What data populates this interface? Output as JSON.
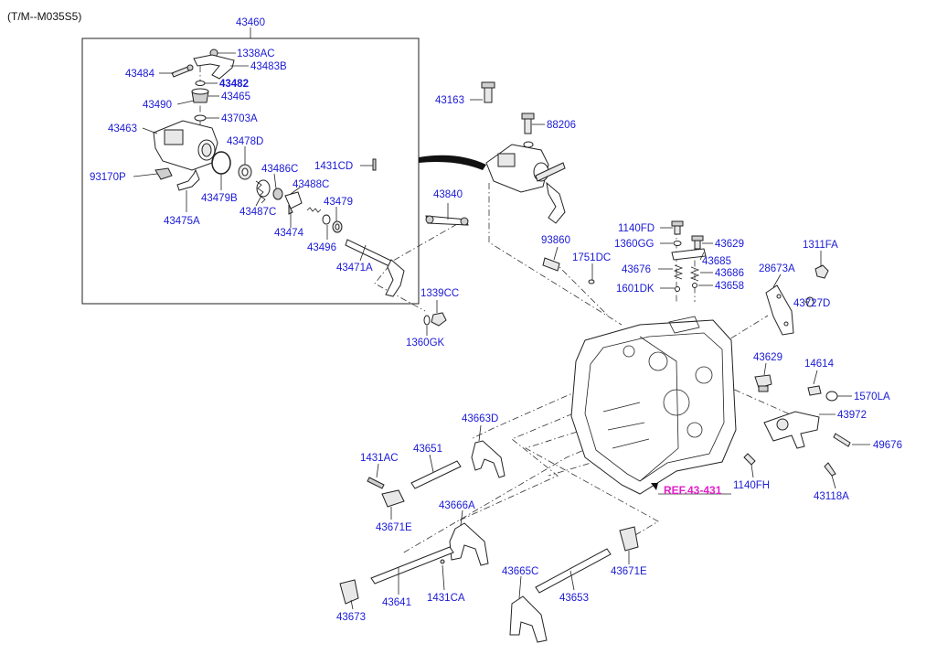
{
  "title": "(T/M--M035S5)",
  "group_label": "43460",
  "reference": "REF.43-431",
  "labels": {
    "l1338AC": "1338AC",
    "l43484": "43484",
    "l43483B": "43483B",
    "l43482": "43482",
    "l43465": "43465",
    "l43490": "43490",
    "l43703A": "43703A",
    "l43463": "43463",
    "l43478D": "43478D",
    "l93170P": "93170P",
    "l43486C": "43486C",
    "l1431CD": "1431CD",
    "l43479B": "43479B",
    "l43488C": "43488C",
    "l43487C": "43487C",
    "l43479": "43479",
    "l43475A": "43475A",
    "l43474": "43474",
    "l43496": "43496",
    "l43471A": "43471A",
    "l1339CC": "1339CC",
    "l1360GK": "1360GK",
    "l43163": "43163",
    "l88206": "88206",
    "l43840": "43840",
    "l1140FD": "1140FD",
    "l1360GG": "1360GG",
    "l43629a": "43629",
    "l93860": "93860",
    "l1751DC": "1751DC",
    "l43685": "43685",
    "l43676": "43676",
    "l43686": "43686",
    "l1601DK": "1601DK",
    "l43658": "43658",
    "l1311FA": "1311FA",
    "l28673A": "28673A",
    "l43727D": "43727D",
    "l43629b": "43629",
    "l14614": "14614",
    "l1570LA": "1570LA",
    "l43972": "43972",
    "l49676": "49676",
    "l1140FH": "1140FH",
    "l43118A": "43118A",
    "l43663D": "43663D",
    "l1431AC": "1431AC",
    "l43651": "43651",
    "l43671Ea": "43671E",
    "l43666A": "43666A",
    "l43641": "43641",
    "l1431CA": "1431CA",
    "l43673": "43673",
    "l43665C": "43665C",
    "l43653": "43653",
    "l43671Eb": "43671E"
  },
  "colors": {
    "part_number": "#1a1ad6",
    "reference": "#e020c8",
    "line": "#222222"
  }
}
